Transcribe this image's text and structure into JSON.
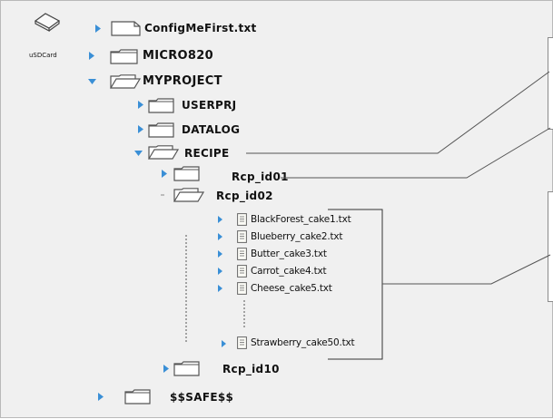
{
  "root": {
    "label": "uSDCard",
    "entries": [
      {
        "label": "ConfigMeFirst.txt"
      },
      {
        "label": "MICRO820"
      },
      {
        "label": "MYPROJECT"
      },
      {
        "label": "$$SAFE$$"
      }
    ]
  },
  "myproject": {
    "children": [
      {
        "label": "USERPRJ"
      },
      {
        "label": "DATALOG"
      },
      {
        "label": "RECIPE"
      }
    ]
  },
  "recipe": {
    "children": [
      {
        "label": "Rcp_id01"
      },
      {
        "label": "Rcp_id02"
      },
      {
        "label": "Rcp_id10"
      }
    ]
  },
  "rcp_id02": {
    "files": [
      {
        "label": "BlackForest_cake1.txt"
      },
      {
        "label": "Blueberry_cake2.txt"
      },
      {
        "label": "Butter_cake3.txt"
      },
      {
        "label": "Carrot_cake4.txt"
      },
      {
        "label": "Cheese_cake5.txt"
      },
      {
        "label": "Strawberry_cake50.txt"
      }
    ]
  },
  "colors": {
    "background": "#f0f0f0",
    "expander": "#3a8fd6",
    "folder_stroke": "#555555",
    "text": "#111111",
    "callout": "#8a8a8a"
  },
  "icons": {
    "device": "sd-card-icon",
    "folder": "folder-icon",
    "open_folder": "open-folder-icon",
    "file": "document-icon",
    "collapsed": "expand-arrow-icon",
    "expanded": "collapse-arrow-icon"
  }
}
